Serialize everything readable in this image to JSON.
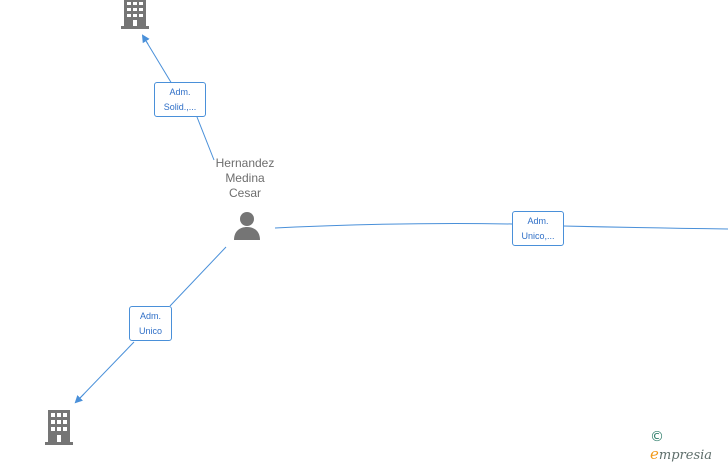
{
  "colors": {
    "edge": "#4a90d9",
    "label_text": "#2f6fc7",
    "node_icon": "#757575"
  },
  "center_person": {
    "icon": "person-icon",
    "name_lines": [
      "Hernandez",
      "Medina",
      "Cesar"
    ]
  },
  "nodes": [
    {
      "id": "company-top",
      "icon": "building-icon"
    },
    {
      "id": "company-bottom",
      "icon": "building-icon"
    }
  ],
  "edges": [
    {
      "to": "company-top",
      "label_lines": [
        "Adm.",
        "Solid.,..."
      ]
    },
    {
      "to": "company-right",
      "label_lines": [
        "Adm.",
        "Unico,..."
      ]
    },
    {
      "to": "company-bottom",
      "label_lines": [
        "Adm.",
        "Unico"
      ]
    }
  ],
  "watermark": {
    "copyright_symbol": "©",
    "brand_initial": "e",
    "brand_rest": "mpresia"
  }
}
